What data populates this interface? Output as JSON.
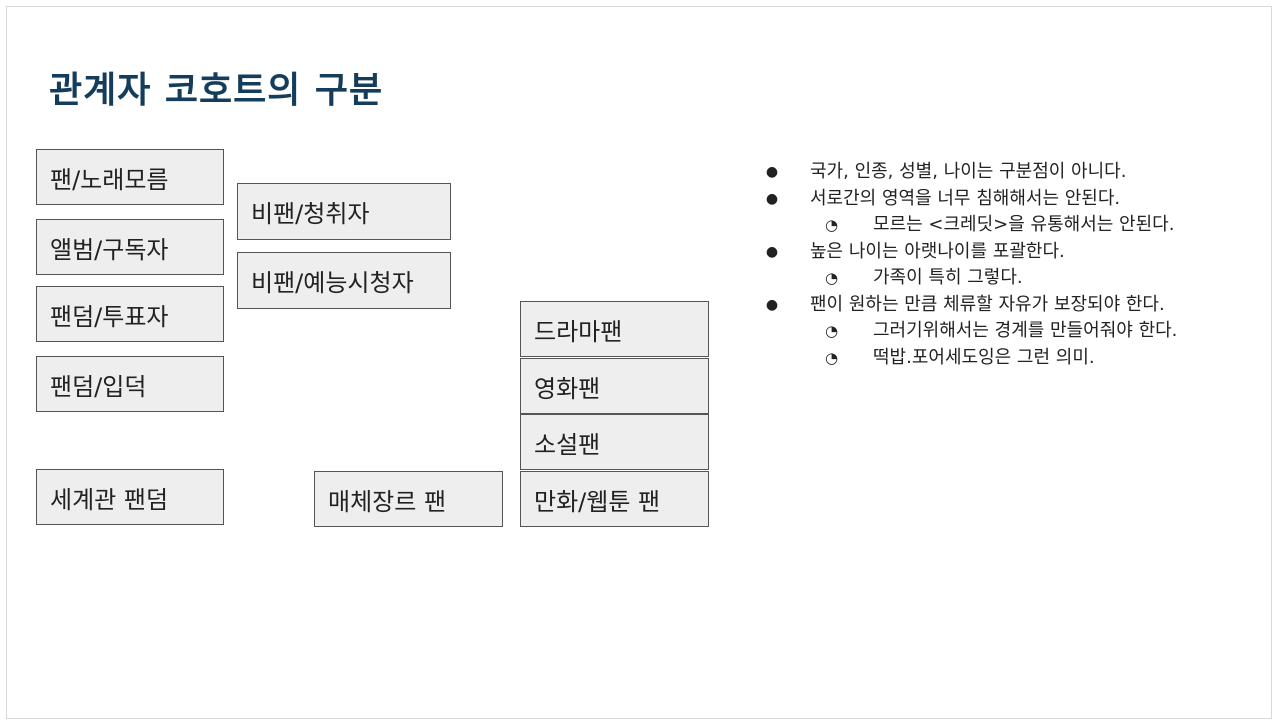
{
  "title": "관계자 코호트의 구분",
  "boxes": {
    "fan_song": "팬/노래모름",
    "album_subscriber": "앨범/구독자",
    "fandom_voter": "팬덤/투표자",
    "fandom_entry": "팬덤/입덕",
    "world_fandom": "세계관 팬덤",
    "nonfan_listener": "비팬/청취자",
    "nonfan_variety": "비팬/예능시청자",
    "media_genre_fan": "매체장르 팬",
    "drama_fan": "드라마팬",
    "movie_fan": "영화팬",
    "novel_fan": "소설팬",
    "comic_fan": "만화/웹툰 팬"
  },
  "notes": [
    {
      "level": 1,
      "text": "국가, 인종, 성별, 나이는 구분점이 아니다."
    },
    {
      "level": 1,
      "text": "서로간의 영역을 너무 침해해서는 안된다."
    },
    {
      "level": 2,
      "text": "모르는 <크레딧>을 유통해서는 안된다."
    },
    {
      "level": 1,
      "text": "높은 나이는 아랫나이를 포괄한다."
    },
    {
      "level": 2,
      "text": "가족이 특히 그렇다."
    },
    {
      "level": 1,
      "text": "팬이 원하는 만큼 체류할 자유가 보장되야 한다."
    },
    {
      "level": 2,
      "text": "그러기위해서는 경계를 만들어줘야 한다."
    },
    {
      "level": 2,
      "text": "떡밥.포어세도잉은 그런 의미."
    }
  ],
  "bullet_symbols": {
    "level1": "●",
    "level2": "◔"
  }
}
